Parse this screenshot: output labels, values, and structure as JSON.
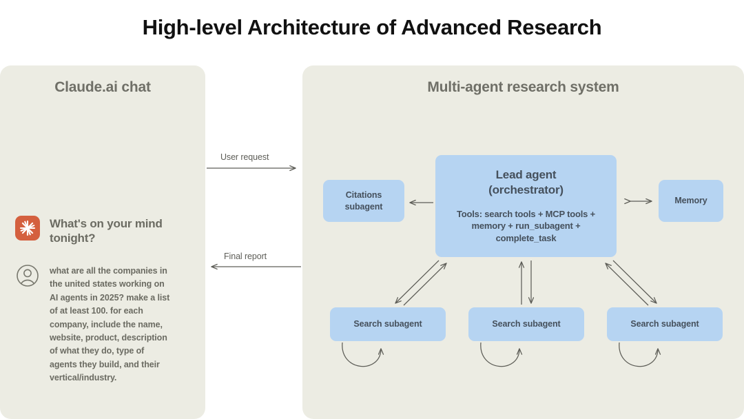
{
  "page": {
    "title": "High-level Architecture of Advanced Research"
  },
  "colors": {
    "page_background": "#ffffff",
    "panel_background": "#ecece3",
    "node_fill": "#b6d4f2",
    "node_text": "#45505c",
    "header_text": "#6f6f67",
    "body_text": "#6b6b62",
    "connector": "#5d5d57",
    "claude_logo": "#d4603f"
  },
  "chat_panel": {
    "header": "Claude.ai chat",
    "greeting": {
      "icon": "claude-logo-icon",
      "text": "What's on your mind tonight?"
    },
    "user_message": {
      "icon": "user-avatar-icon",
      "text": "what are all the companies in the united states working on AI agents in 2025? make a list of at least 100. for each company, include the name, website, product, description of what they do, type of agents they build, and their vertical/industry."
    }
  },
  "system_panel": {
    "header": "Multi-agent research system",
    "nodes": {
      "lead_agent": {
        "title": "Lead agent (orchestrator)",
        "title_line_1": "Lead agent",
        "title_line_2": "(orchestrator)",
        "tools": "Tools: search tools + MCP tools + memory + run_subagent + complete_task"
      },
      "citations": {
        "label": "Citations subagent",
        "label_line_1": "Citations",
        "label_line_2": "subagent"
      },
      "memory": {
        "label": "Memory"
      },
      "search_subagents": [
        {
          "label": "Search subagent"
        },
        {
          "label": "Search subagent"
        },
        {
          "label": "Search subagent"
        }
      ]
    }
  },
  "connectors": {
    "user_request": {
      "label": "User request",
      "direction": "right"
    },
    "final_report": {
      "label": "Final report",
      "direction": "left"
    },
    "lead_to_citations": {
      "label": "",
      "direction": "left"
    },
    "lead_to_memory": {
      "label": "",
      "direction": "both"
    },
    "lead_to_search": {
      "label": "",
      "direction": "both"
    },
    "search_self_loop": {
      "label": "",
      "direction": "loop"
    }
  }
}
